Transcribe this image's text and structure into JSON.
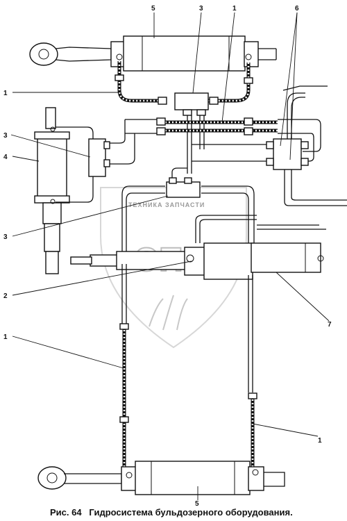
{
  "caption": "Рис. 64   Гидросистема бульдозерного оборудования.",
  "watermark": {
    "text": "ТЕХНИКА   ЗАПЧАСТИ",
    "logo": "ЭПФ"
  },
  "labels": {
    "top5": "5",
    "top3": "3",
    "top1": "1",
    "top6": "6",
    "left1": "1",
    "left3a": "3",
    "left4": "4",
    "left3b": "3",
    "left2": "2",
    "right7": "7",
    "low1a": "1",
    "low1b": "1",
    "bottom5": "5"
  }
}
